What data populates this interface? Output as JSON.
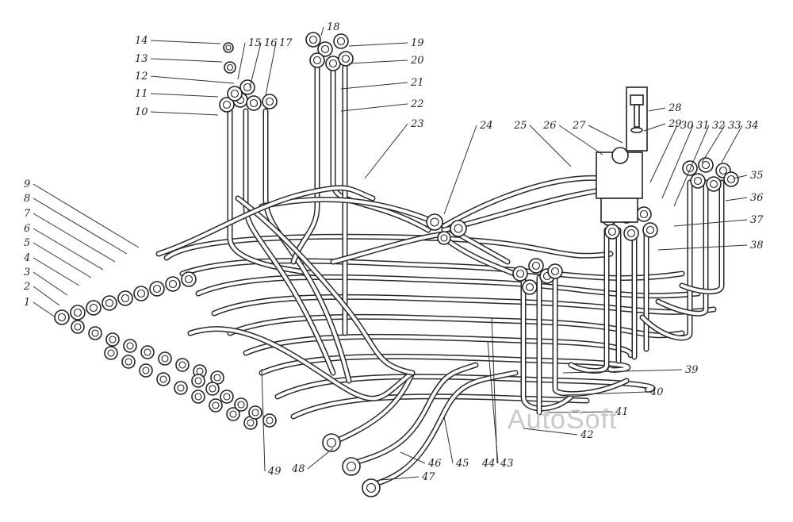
{
  "labels": [
    "1",
    "2",
    "3",
    "4",
    "5",
    "6",
    "7",
    "8",
    "9",
    "10",
    "11",
    "12",
    "13",
    "14",
    "15",
    "16",
    "17",
    "18",
    "19",
    "20",
    "21",
    "22",
    "23",
    "24",
    "25",
    "26",
    "27",
    "28",
    "29",
    "30",
    "31",
    "32",
    "33",
    "34",
    "35",
    "36",
    "37",
    "38",
    "39",
    "40",
    "41",
    "42",
    "43",
    "44",
    "45",
    "46",
    "47",
    "48",
    "49"
  ],
  "watermark": "AutoSoft"
}
